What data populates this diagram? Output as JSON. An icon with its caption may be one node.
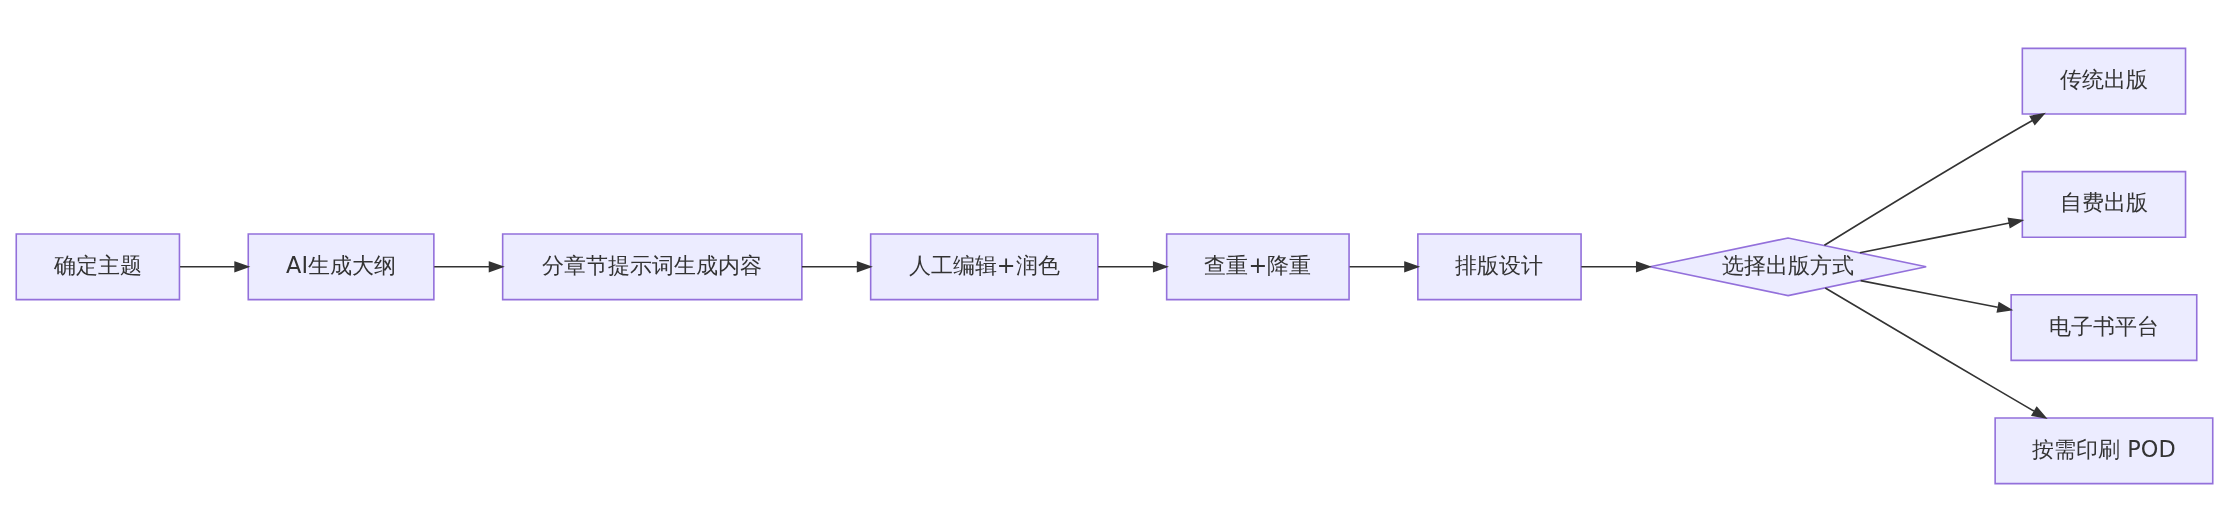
{
  "diagram": {
    "nodes": [
      {
        "text": [
          "确定主题"
        ]
      },
      {
        "text": [
          "AI生成大纲"
        ]
      },
      {
        "text": [
          "分章节提示词生成内容"
        ]
      },
      {
        "text": [
          "人工编辑+润色"
        ]
      },
      {
        "text": [
          "查重+降重"
        ]
      },
      {
        "text": [
          "排版设计"
        ]
      },
      {
        "text": [
          "选择出版方式"
        ]
      },
      {
        "text": [
          "传统出版"
        ]
      },
      {
        "text": [
          "自费出版"
        ]
      },
      {
        "text": [
          "电子书平台"
        ]
      },
      {
        "text": [
          "按需印刷 POD"
        ]
      }
    ],
    "edges": [
      {
        "from": 0,
        "to": 1,
        "arrow": "to"
      },
      {
        "from": 1,
        "to": 2,
        "arrow": "to"
      },
      {
        "from": 2,
        "to": 3,
        "arrow": "to"
      },
      {
        "from": 3,
        "to": 4,
        "arrow": "to"
      },
      {
        "from": 4,
        "to": 5,
        "arrow": "to"
      },
      {
        "from": 5,
        "to": 6,
        "arrow": "to"
      },
      {
        "from": 6,
        "to": 7,
        "arrow": "to"
      },
      {
        "from": 6,
        "to": 8,
        "arrow": "to"
      },
      {
        "from": 6,
        "to": 9,
        "arrow": "to"
      },
      {
        "from": 6,
        "to": 10,
        "arrow": "to"
      }
    ]
  }
}
